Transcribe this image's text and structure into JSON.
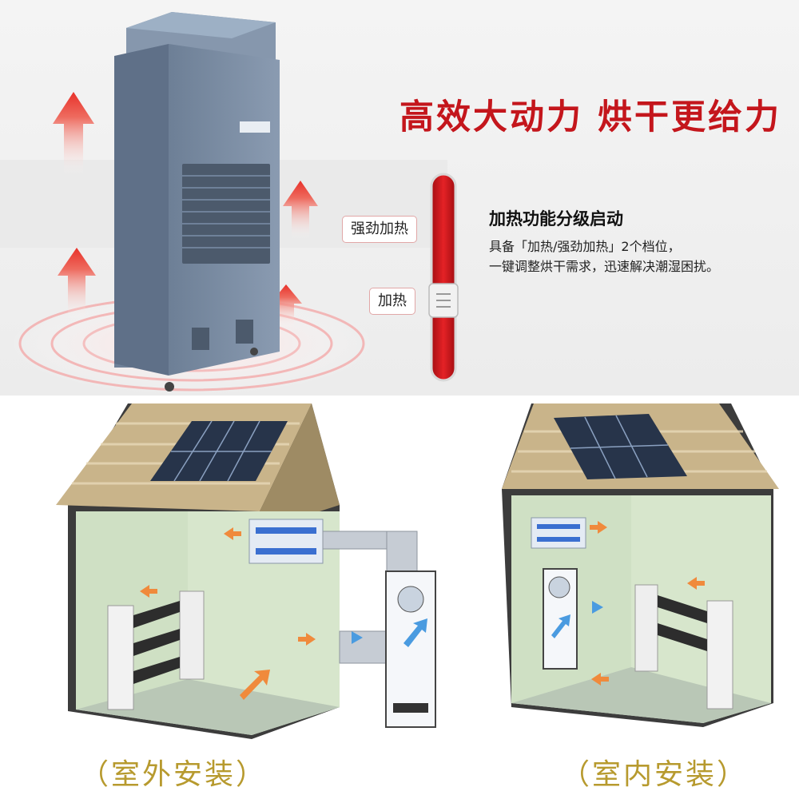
{
  "headline": "高效大动力  烘干更给力",
  "heating_levels": {
    "strong_label": "强劲加热",
    "normal_label": "加热"
  },
  "feature": {
    "title": "加热功能分级启动",
    "description_line1": "具备「加热/强劲加热」2个档位，",
    "description_line2": "一键调整烘干需求，迅速解决潮湿困扰。"
  },
  "installation": {
    "outdoor_label": "（室外安装）",
    "indoor_label": "（室内安装）"
  },
  "colors": {
    "headline_red": "#c4161c",
    "caption_gold": "#b79a2e",
    "unit_gray_blue": "#7f91a8",
    "room_wall_green": "#dbe9d3",
    "roof_tan": "#c9b48a",
    "heat_arrow_red": "#e8312a"
  },
  "icons": [
    "heat-up-arrow-icon",
    "solar-panel-icon",
    "airflow-arrow-icon",
    "rack-icon"
  ]
}
